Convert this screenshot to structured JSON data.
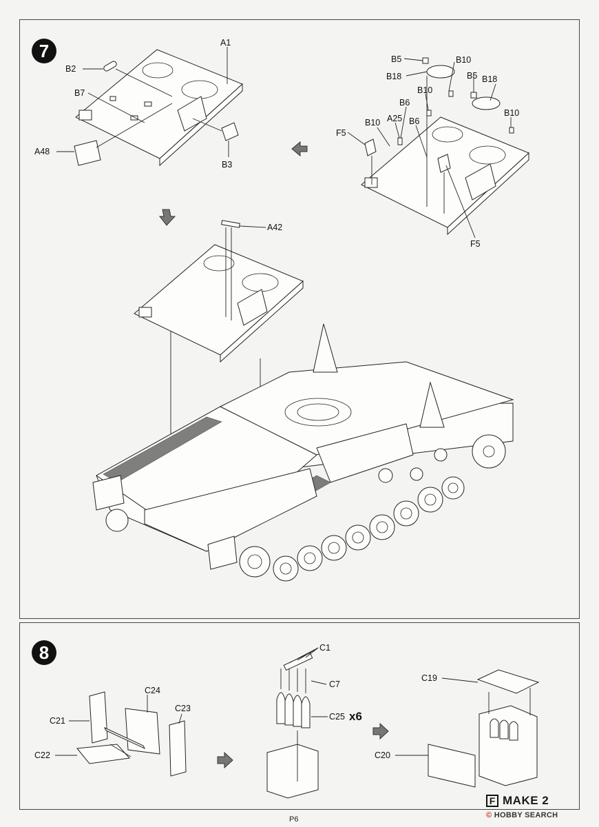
{
  "steps": [
    {
      "number": "7"
    },
    {
      "number": "8"
    }
  ],
  "step7": {
    "labels": {
      "a1": "A1",
      "b2": "B2",
      "b7": "B7",
      "a48": "A48",
      "b3": "B3",
      "b5_top": "B5",
      "b18_top": "B18",
      "b10_top": "B10",
      "b5_right": "B5",
      "b18_right": "B18",
      "b10_mid": "B10",
      "b6_a": "B6",
      "b6_b": "B6",
      "a25": "A25",
      "b10_left": "B10",
      "f5_left": "F5",
      "b10_right": "B10",
      "f5_bottom": "F5",
      "a42": "A42"
    }
  },
  "step8": {
    "labels": {
      "c21": "C21",
      "c24": "C24",
      "c23": "C23",
      "c22": "C22",
      "c1": "C1",
      "c7": "C7",
      "c25": "C25",
      "multiplier": "x6",
      "c19": "C19",
      "c20": "C20"
    }
  },
  "footer": {
    "make_letter": "F",
    "make_text": "MAKE 2",
    "page_number": "P6",
    "watermark_mark": "©",
    "watermark_text": "HOBBY SEARCH"
  }
}
